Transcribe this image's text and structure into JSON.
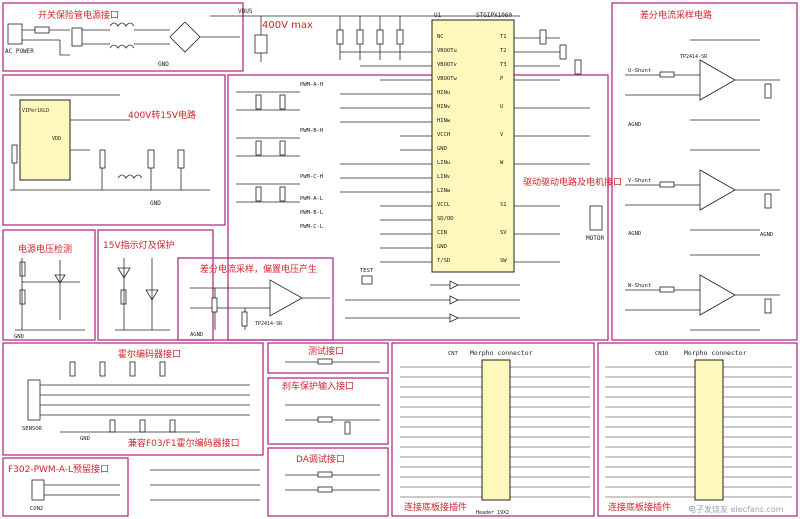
{
  "sections": {
    "ac_input": "开关保险管电源接口",
    "v400_max": "400V max",
    "dcdc": "400V转15V电路",
    "gate_driver_chip": "STGIPX1060",
    "driver_output": "驱动驱动电路及电机接口",
    "current_sense": "差分电流采样电路",
    "v15_indicator": "15V指示灯及保护",
    "diff_sense": "差分电流采样，偏置电压产生",
    "supply_detect": "电源电压检测",
    "encoder": "霍尔编码器接口",
    "encoder_compat": "兼容F03/F1霍尔编码器接口",
    "pwm_preset": "F302-PWM-A-L预留接口",
    "test_port": "测试接口",
    "brake_port": "刹车保护输入接口",
    "da_port": "DA调试接口",
    "morpho_left": "Morpho connector",
    "morpho_right": "Morpho connector",
    "board_left": "连接底板接插件",
    "board_right": "连接底板接插件"
  },
  "labels": {
    "ac_power": "AC POWER",
    "vbus": "VBUS",
    "motor": "MOTOR",
    "vdd": "VDD",
    "gnd": "GND",
    "agnd": "AGND",
    "u_shunt": "U-Shunt",
    "v_shunt": "V-Shunt",
    "w_shunt": "W-Shunt",
    "sensor": "SENSOR",
    "con2": "CON2",
    "cn7": "CN7",
    "cn10": "CN10",
    "header": "Header 19X2",
    "ic_u1": "U1",
    "opamp": "TP2414-SR",
    "viper": "VIPer16LD",
    "test": "TEST"
  },
  "chip_pins_left": [
    "NC",
    "VBOOTu",
    "VBOOTv",
    "VBOOTw",
    "HINu",
    "HINv",
    "HINw",
    "VCCH",
    "GND",
    "LINu",
    "LINv",
    "LINw",
    "VCCL",
    "SD/OD",
    "CIN",
    "GND",
    "T/SD"
  ],
  "chip_pins_right": [
    "T1",
    "T2",
    "T3",
    "P",
    "U",
    "V",
    "W",
    "S1",
    "SV",
    "SW"
  ],
  "pwm_nets": [
    "PWM-A-H",
    "PWM-B-H",
    "PWM-C-H",
    "PWM-A-L",
    "PWM-B-L",
    "PWM-C-L"
  ],
  "watermark": "电子发烧友 elecfans.com"
}
